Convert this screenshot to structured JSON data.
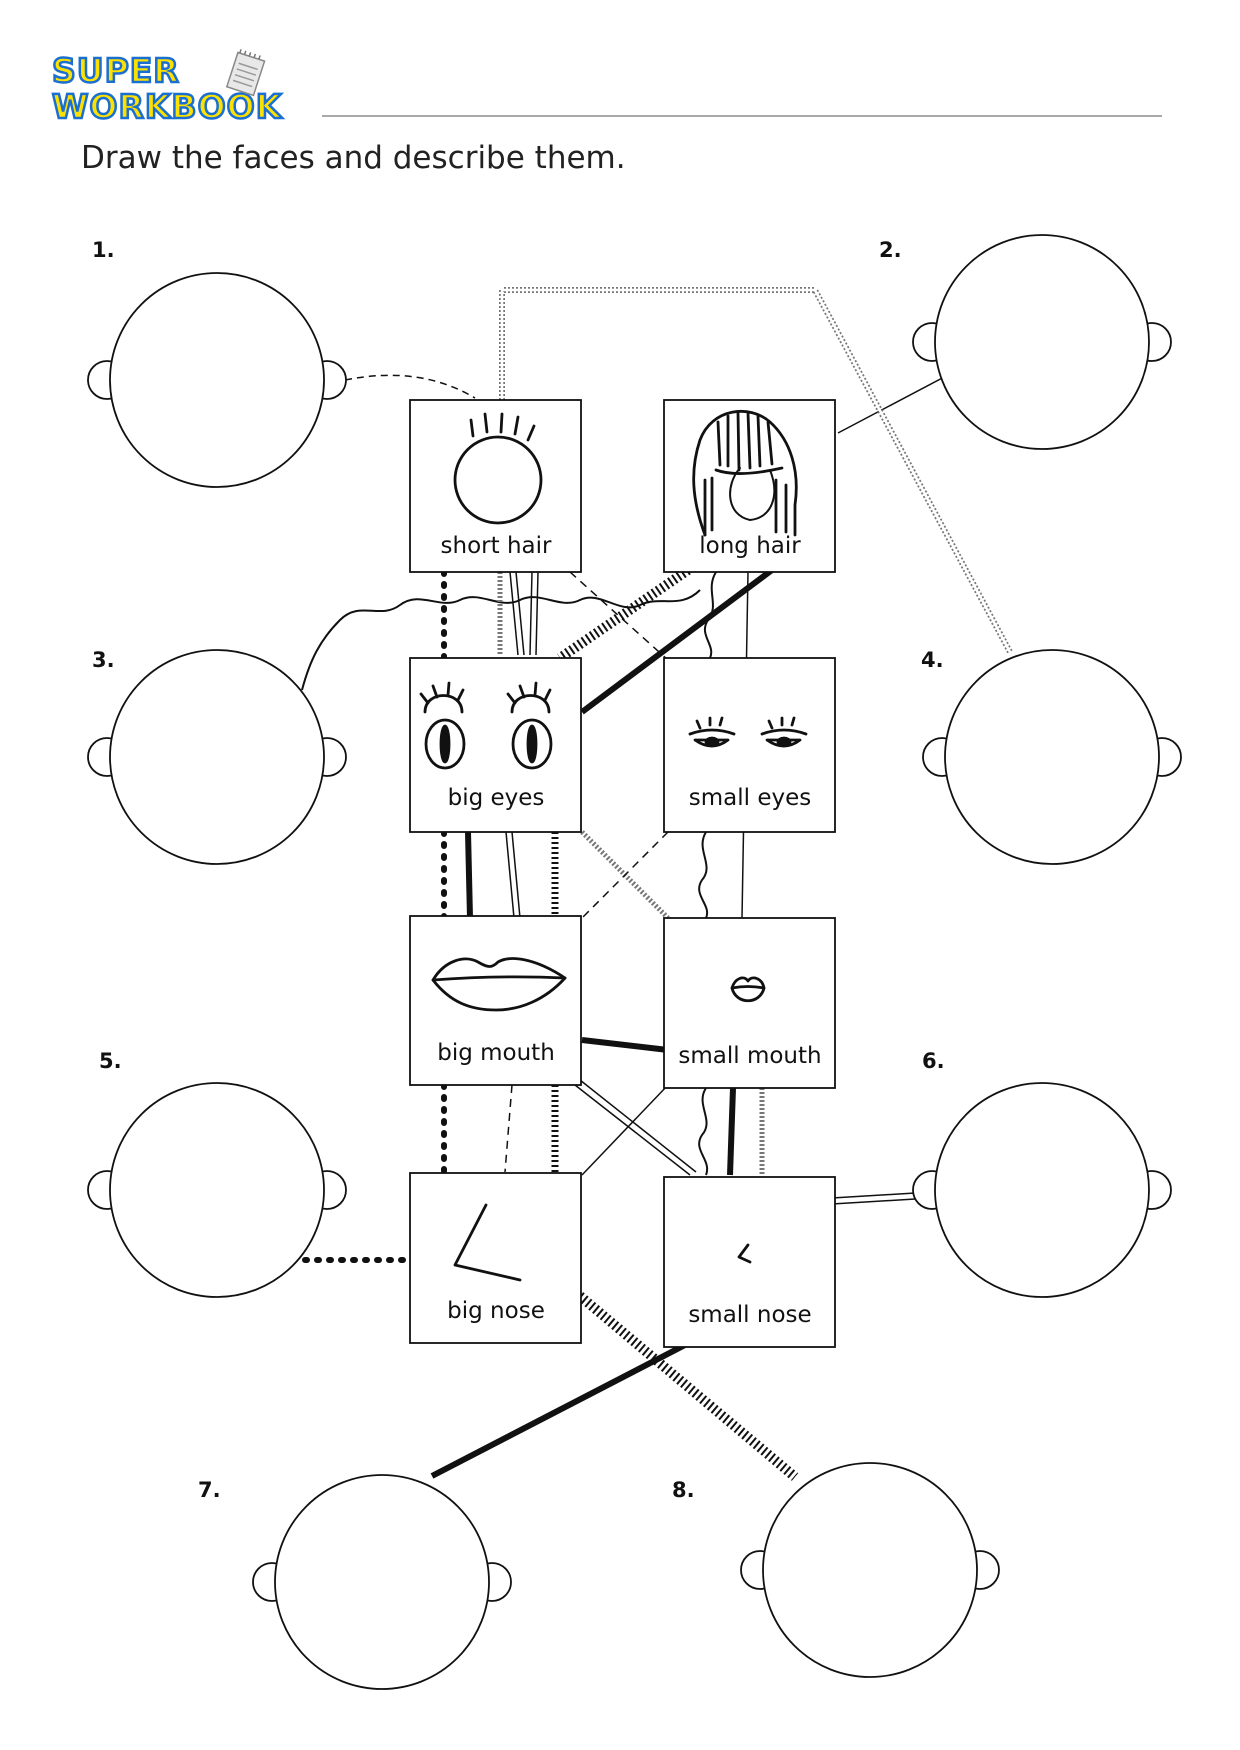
{
  "logo": {
    "line1": "SUPER",
    "line2": "WORKBOOK"
  },
  "instruction": "Draw the faces and describe them.",
  "faces": [
    {
      "number": "1."
    },
    {
      "number": "2."
    },
    {
      "number": "3."
    },
    {
      "number": "4."
    },
    {
      "number": "5."
    },
    {
      "number": "6."
    },
    {
      "number": "7."
    },
    {
      "number": "8."
    }
  ],
  "features": [
    {
      "label": "short hair",
      "icon": "short-hair-icon"
    },
    {
      "label": "long hair",
      "icon": "long-hair-icon"
    },
    {
      "label": "big eyes",
      "icon": "big-eyes-icon"
    },
    {
      "label": "small eyes",
      "icon": "small-eyes-icon"
    },
    {
      "label": "big mouth",
      "icon": "big-mouth-icon"
    },
    {
      "label": "small mouth",
      "icon": "small-mouth-icon"
    },
    {
      "label": "big nose",
      "icon": "big-nose-icon"
    },
    {
      "label": "small nose",
      "icon": "small-nose-icon"
    }
  ],
  "colors": {
    "logo_fill": "#ffe100",
    "logo_outline": "#1a6fd0",
    "rule": "#a9a9a9",
    "ink": "#111111"
  }
}
